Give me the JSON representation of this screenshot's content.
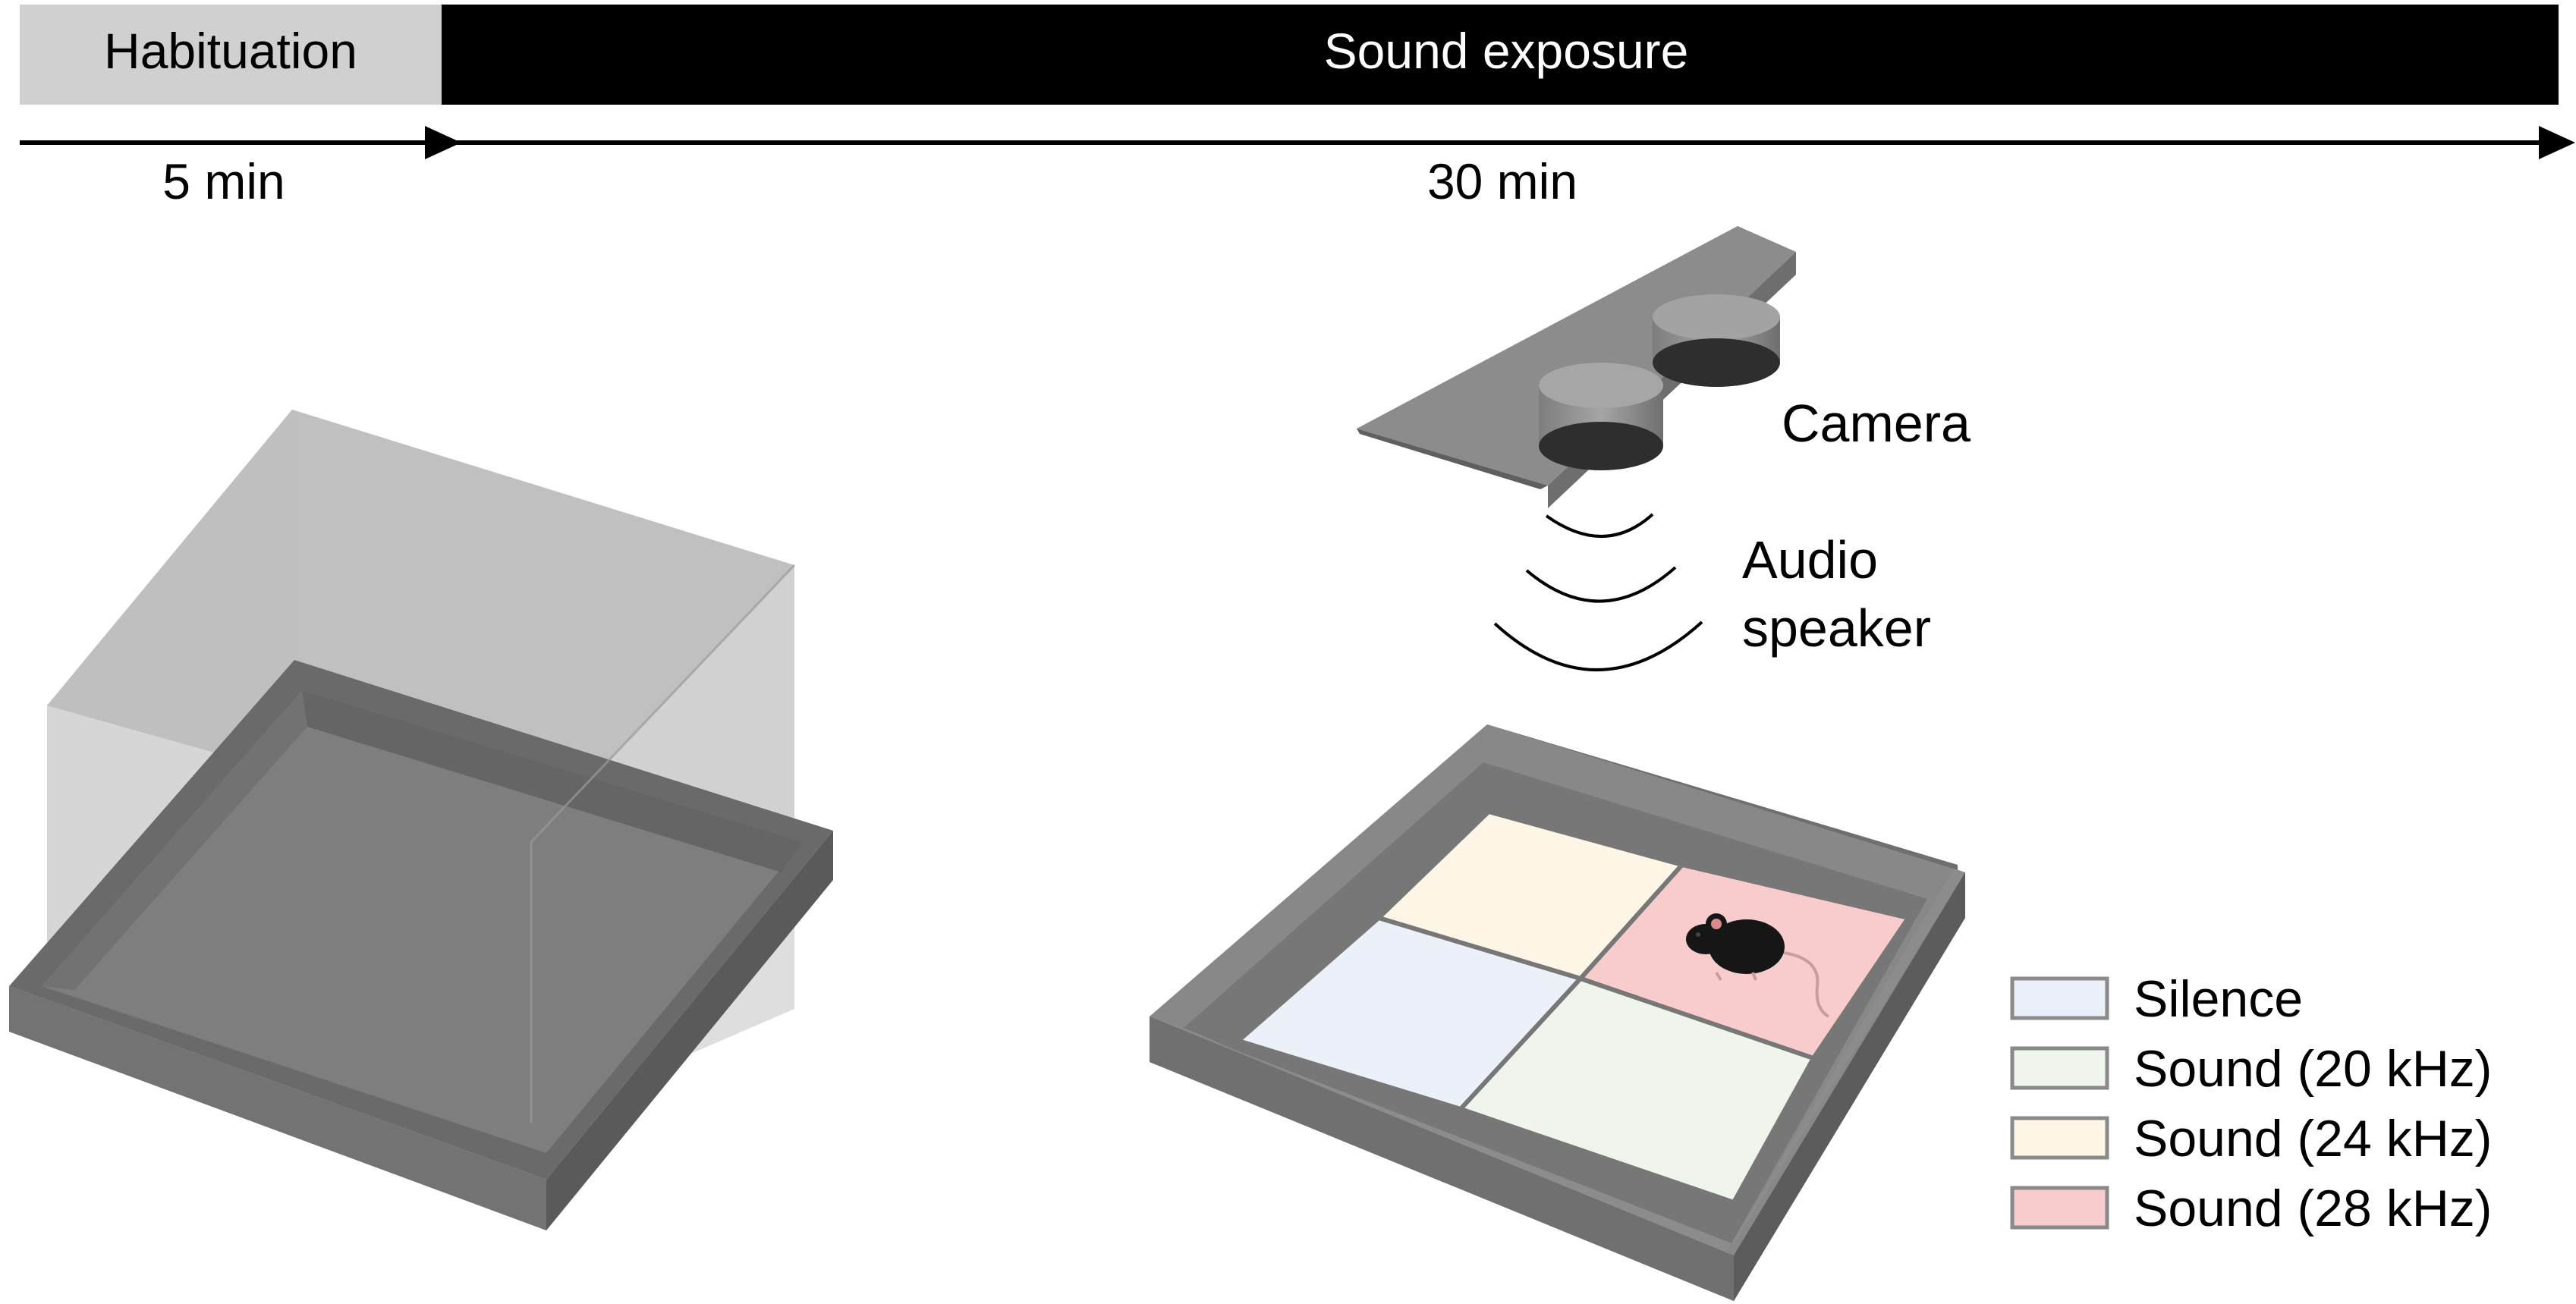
{
  "timeline": {
    "phases": [
      {
        "label": "Habituation",
        "duration": "5 min",
        "color": "#d0d0d0",
        "text_color": "#000000"
      },
      {
        "label": "Sound exposure",
        "duration": "30 min",
        "color": "#000000",
        "text_color": "#ffffff"
      }
    ]
  },
  "labels": {
    "camera": "Camera",
    "audio_line1": "Audio",
    "audio_line2": "speaker"
  },
  "legend": {
    "items": [
      {
        "label": "Silence",
        "color": "#ecf0f9"
      },
      {
        "label": "Sound (20 kHz)",
        "color": "#eff5ec"
      },
      {
        "label": "Sound (24 kHz)",
        "color": "#fdf6e6"
      },
      {
        "label": "Sound (28 kHz)",
        "color": "#f8cccd"
      }
    ]
  },
  "quadrants": {
    "silence": "#ecf0f9",
    "sound_20": "#eff5ec",
    "sound_24": "#fdf6e6",
    "sound_28": "#f8cccd"
  }
}
